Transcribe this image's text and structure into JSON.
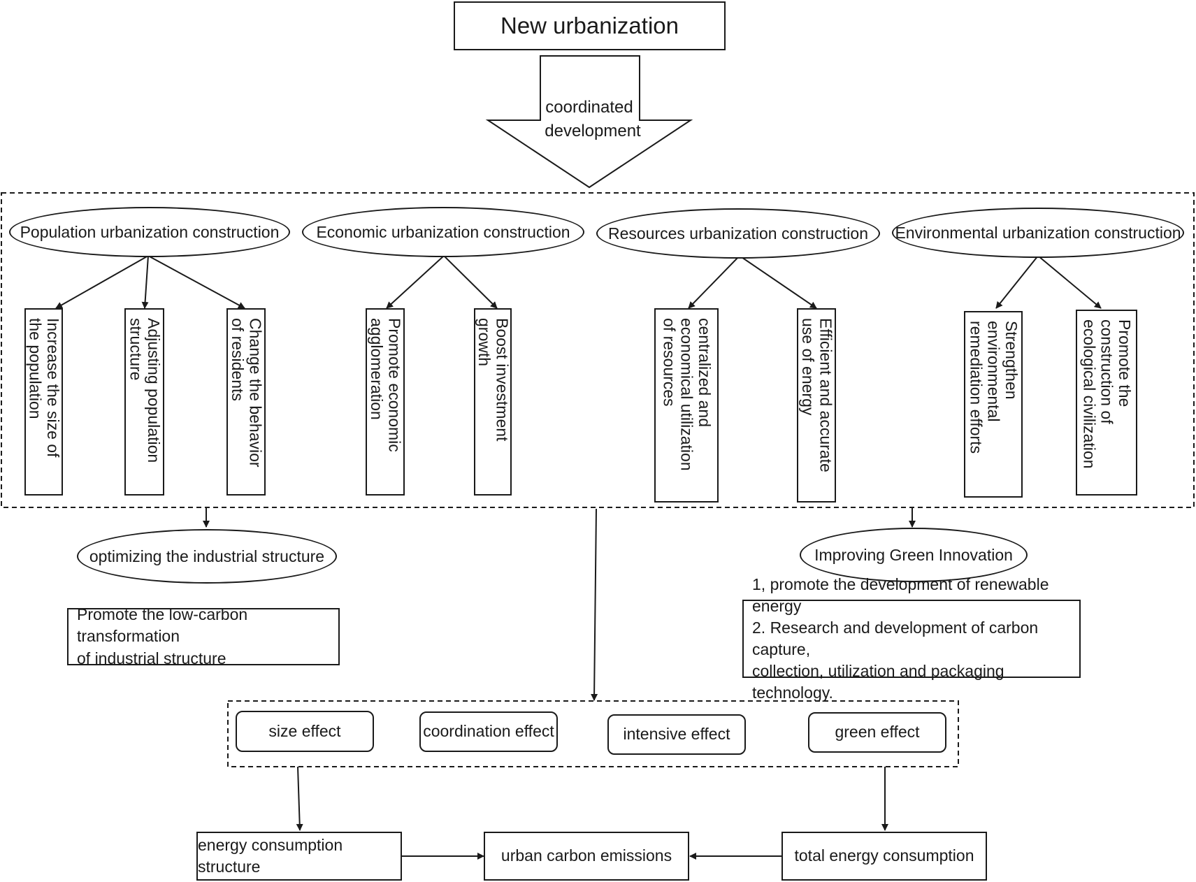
{
  "top": {
    "title": "New urbanization",
    "arrow_label_1": "coordinated",
    "arrow_label_2": "development"
  },
  "constructions": [
    {
      "label": "Population urbanization construction"
    },
    {
      "label": "Economic urbanization construction"
    },
    {
      "label": "Resources urbanization construction"
    },
    {
      "label": "Environmental urbanization construction"
    }
  ],
  "measures": [
    {
      "text": "Increase the size of\nthe population"
    },
    {
      "text": "Adjusting population\nstructure"
    },
    {
      "text": "Change the behavior\nof residents"
    },
    {
      "text": "Promote economic\nagglomeration"
    },
    {
      "text": "Boost investment\ngrowth"
    },
    {
      "text": "centralized and\neconomical utilization\nof resources"
    },
    {
      "text": "Efficient and accurate\nuse of energy"
    },
    {
      "text": "Strengthen\nenvironmental\nremediation efforts"
    },
    {
      "text": "Promote the\nconstruction of\necological civilization"
    }
  ],
  "mechanisms": {
    "left_label": "optimizing the industrial structure",
    "left_note_1": "Promote the low-carbon transformation",
    "left_note_2": "of industrial structure",
    "right_label": "Improving Green Innovation",
    "right_note_1": "1, promote the development of renewable energy",
    "right_note_2": "2. Research and development of carbon capture,",
    "right_note_3": "collection, utilization and packaging technology."
  },
  "effects": [
    "size effect",
    "coordination effect",
    "intensive effect",
    "green effect"
  ],
  "outcomes": {
    "left": "energy consumption structure",
    "center": "urban carbon emissions",
    "right": "total energy consumption"
  }
}
